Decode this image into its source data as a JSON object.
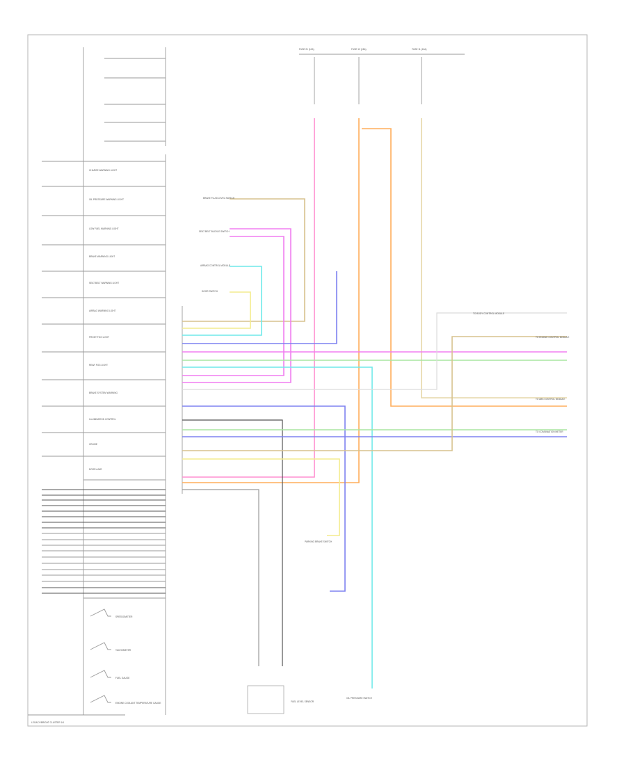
{
  "bottom_label": "LEGACY/BRIGHT CLUSTER 1/4",
  "cluster_indicators": [
    "CHARGE WARNING LIGHT",
    "OIL PRESSURE WARNING LIGHT",
    "LOW FUEL WARNING LIGHT",
    "BRAKE WARNING LIGHT",
    "SEAT BELT WARNING LIGHT",
    "AIRBAG WARNING LIGHT",
    "FRONT FOG LIGHT",
    "REAR FOG LIGHT",
    "BRAKE SYSTEM WARNING",
    "ILLUMINATION CONTROL",
    "CRUISE",
    "DOOR AJAR"
  ],
  "cluster_gauges": [
    "SPEEDOMETER",
    "TACHOMETER",
    "FUEL GAUGE",
    "ENGINE COOLANT TEMPERATURE GAUGE"
  ],
  "top_sources": [
    "FUSE 21 (10A)",
    "FUSE 12 (15A)",
    "FUSE 11 (10A)"
  ],
  "left_components": [
    "BRAKE FLUID LEVEL SWITCH",
    "SEAT BELT BUCKLE SWITCH",
    "AIRBAG CONTROL MODULE",
    "DOOR SWITCH"
  ],
  "bottom_components": [
    "FUEL LEVEL SENSOR",
    "OIL PRESSURE SWITCH",
    "PARKING BRAKE SWITCH"
  ],
  "right_connections": [
    "TO BODY CONTROL MODULE",
    "TO ENGINE CONTROL MODULE",
    "TO ABS CONTROL MODULE",
    "TO COMBINATION METER"
  ],
  "wire_colors": {
    "pink": "#ff8fd0",
    "magenta": "#f07ef0",
    "orange": "#ffae5c",
    "tan": "#d7c28d",
    "cream": "#e6d7a8",
    "cyan": "#6fe9ea",
    "blue": "#7e82f0",
    "green": "#a8e6a0",
    "yellow": "#f3ec8e",
    "red": "#ff6d7a",
    "gray": "#9a9a9a"
  }
}
